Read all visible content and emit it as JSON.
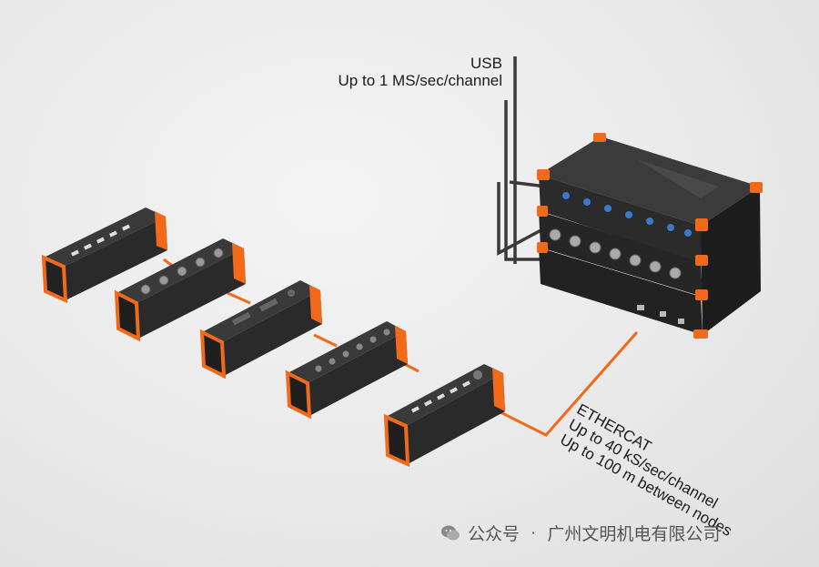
{
  "usb": {
    "line1": "USB",
    "line2": "Up to 1 MS/sec/channel"
  },
  "ethercat": {
    "line1": "ETHERCAT",
    "line2": "Up to 40 kS/sec/channel",
    "line3": "Up to 100 m between nodes"
  },
  "watermark": {
    "prefix": "公众号",
    "separator": "·",
    "name": "广州文明机电有限公司"
  },
  "colors": {
    "orange": "#f06a1a",
    "cable": "#3a3a3a",
    "body": "#2b2b2b"
  },
  "icons": [
    "wechat-icon"
  ]
}
